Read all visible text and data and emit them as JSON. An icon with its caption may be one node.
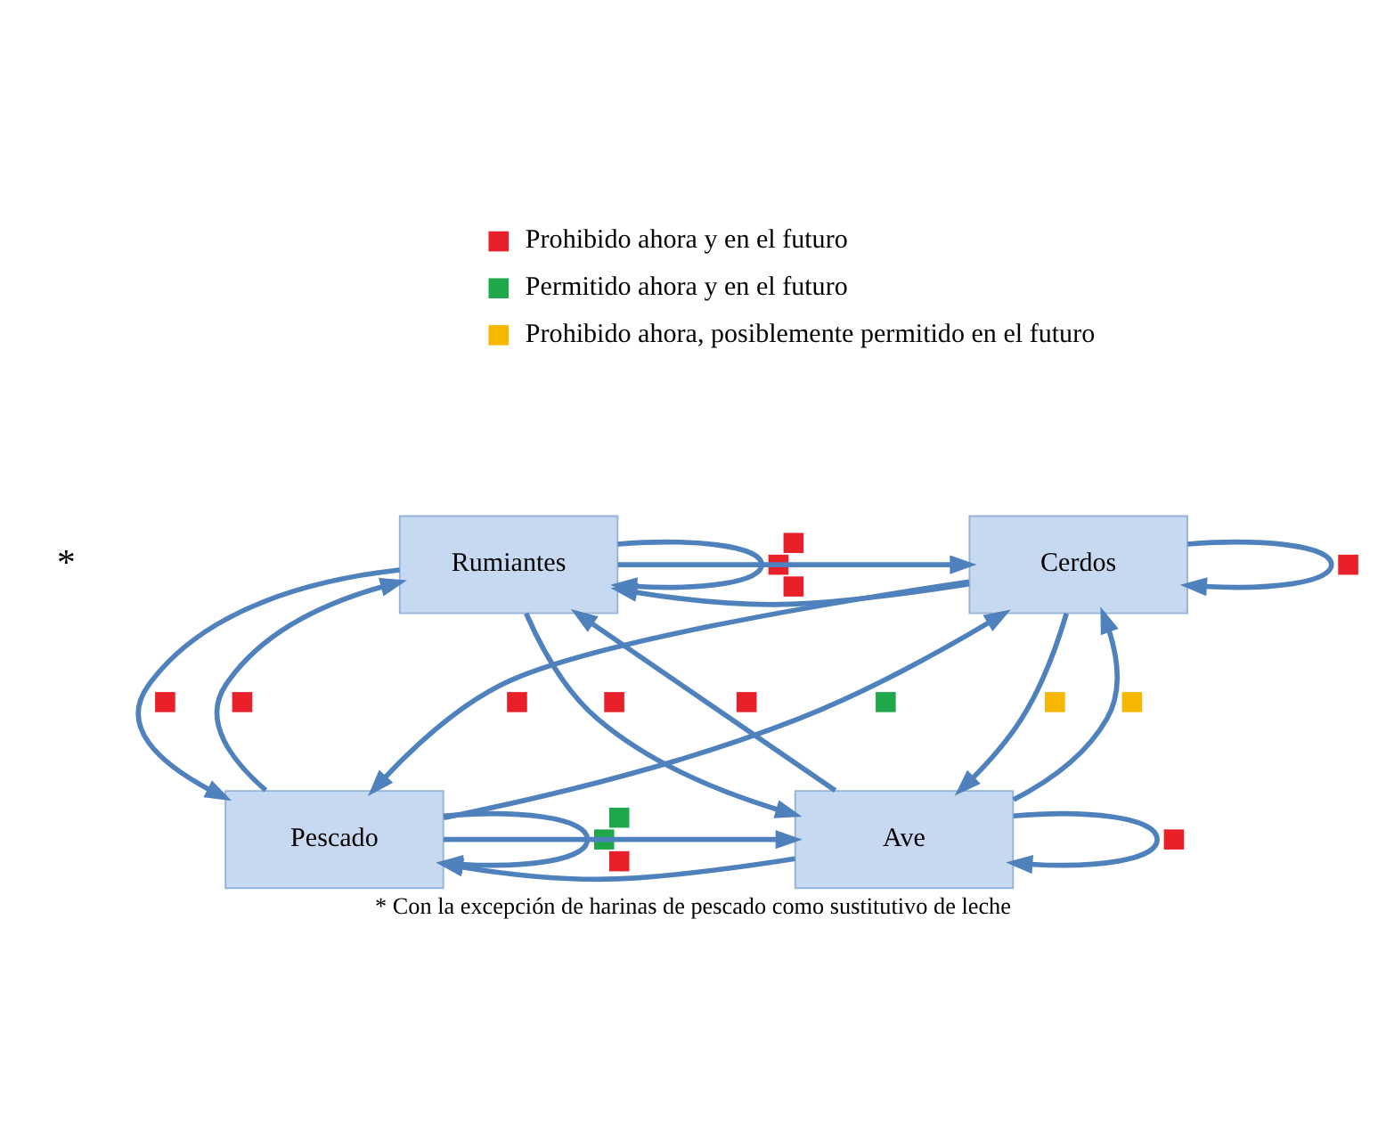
{
  "diagram": {
    "caption": "* Con la excepción de harinas de pescado como sustitutivo de leche",
    "nodes": [
      {
        "text": [
          "Rumiantes"
        ]
      },
      {
        "text": [
          "Cerdos"
        ]
      },
      {
        "text": [
          "Pescado"
        ]
      },
      {
        "text": [
          "Ave"
        ]
      }
    ],
    "edges": [
      {
        "from": 0,
        "to": 0,
        "arrow": "to"
      },
      {
        "from": 1,
        "to": 1,
        "arrow": "to"
      },
      {
        "from": 0,
        "to": 1,
        "arrow": "to"
      },
      {
        "from": 1,
        "to": 0,
        "arrow": "to"
      },
      {
        "from": 2,
        "to": 0,
        "arrow": "to"
      },
      {
        "from": 0,
        "to": 2,
        "arrow": "to"
      },
      {
        "from": 0,
        "to": 3,
        "arrow": "to"
      },
      {
        "from": 3,
        "to": 0,
        "arrow": "to"
      },
      {
        "from": 1,
        "to": 2,
        "arrow": "to"
      },
      {
        "from": 2,
        "to": 1,
        "arrow": "to"
      },
      {
        "from": 1,
        "to": 3,
        "arrow": "to"
      },
      {
        "from": 3,
        "to": 1,
        "arrow": "to"
      },
      {
        "from": 2,
        "to": 3,
        "arrow": "to"
      },
      {
        "from": 3,
        "to": 2,
        "arrow": "to"
      },
      {
        "from": 2,
        "to": 2,
        "arrow": "to"
      },
      {
        "from": 3,
        "to": 3,
        "arrow": "to"
      }
    ],
    "labels": [
      "*"
    ],
    "legend": [
      {
        "text": "Prohibido ahora y en el futuro"
      },
      {
        "text": "Permitido ahora y en el futuro"
      },
      {
        "text": "Prohibido ahora, posiblemente permitido en el futuro"
      }
    ]
  }
}
